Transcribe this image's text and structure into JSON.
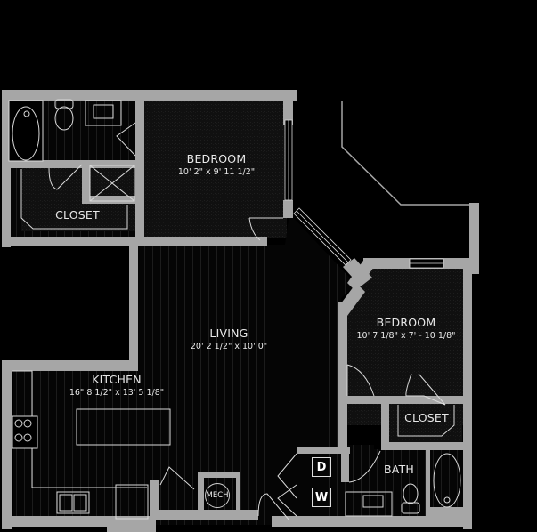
{
  "colors": {
    "background": "#000000",
    "wall": "#a6a6a6",
    "fixture_line": "#d9d9d9",
    "text": "#e8e8e8",
    "carpet": "#121212",
    "floor_plank": "#0a0a0a"
  },
  "rooms": {
    "bedroom1": {
      "name": "BEDROOM",
      "dimensions": "10' 2\" x 9' 11 1/2\""
    },
    "living": {
      "name": "LIVING",
      "dimensions": "20' 2 1/2\" x 10' 0\""
    },
    "kitchen": {
      "name": "KITCHEN",
      "dimensions": "16\" 8 1/2\" x 13' 5 1/8\""
    },
    "bedroom2": {
      "name": "BEDROOM",
      "dimensions": "10' 7 1/8\" x 7' - 10 1/8\""
    },
    "closet1": {
      "name": "CLOSET"
    },
    "closet2": {
      "name": "CLOSET"
    },
    "bath": {
      "name": "BATH"
    },
    "mech": {
      "name": "MECH"
    }
  },
  "appliances": {
    "dryer": "D",
    "washer": "W"
  }
}
